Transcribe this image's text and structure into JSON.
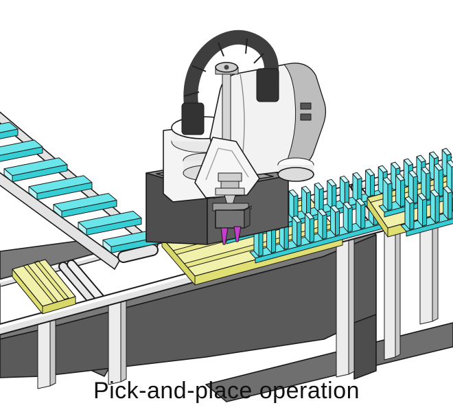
{
  "caption": {
    "text": "Pick-and-place operation"
  },
  "colors": {
    "part_cyan": "#6ae5e9",
    "part_cyan_light": "#cdf7f8",
    "part_cyan_dark": "#2cc6cc",
    "tray_yellow": "#f1f1ac",
    "tray_wall": "#e8e88a",
    "tray_dark": "#d8d868",
    "gripper_magenta": "#c63fcc",
    "cable_dark": "#3e3e3e",
    "pedestal_gray": "#565656",
    "table_gray": "#7a7a7a",
    "table_front_gray": "#5a5a5a",
    "rail_gray": "#e3e3e3",
    "robot_white": "#f3f3f3"
  },
  "parts": {
    "incline_plates": 7,
    "center_tray_rows": [
      8,
      8
    ],
    "full_tray_rows": [
      6,
      5
    ]
  }
}
